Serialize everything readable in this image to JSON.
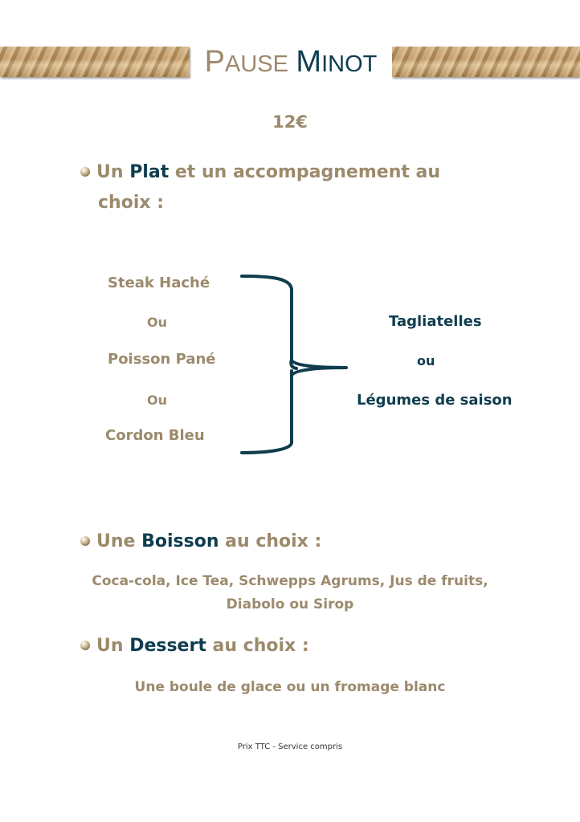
{
  "header": {
    "title_part1_initial": "P",
    "title_part1_rest": "AUSE",
    "title_part2_initial": "M",
    "title_part2_rest": "INOT"
  },
  "price": "12€",
  "sections": {
    "plat": {
      "prefix": "Un ",
      "highlight": "Plat",
      "suffix": " et un accompagnement au",
      "line2": "choix :"
    },
    "boisson": {
      "prefix": "Une ",
      "highlight": "Boisson",
      "suffix": " au choix :",
      "options_line1": "Coca-cola, Ice Tea, Schwepps Agrums, Jus de fruits,",
      "options_line2": "Diabolo ou Sirop"
    },
    "dessert": {
      "prefix": "Un ",
      "highlight": "Dessert",
      "suffix": " au choix :",
      "options": "Une boule de glace ou un fromage blanc"
    }
  },
  "main_dishes": {
    "items": [
      "Steak Haché",
      "Ou",
      "Poisson Pané",
      "Ou",
      "Cordon Bleu"
    ]
  },
  "sides": {
    "items": [
      "Tagliatelles",
      "ou",
      "Légumes de saison"
    ]
  },
  "colors": {
    "tan": "#9c8a6c",
    "teal": "#0f3d4e"
  },
  "footer": "Prix TTC - Service compris"
}
